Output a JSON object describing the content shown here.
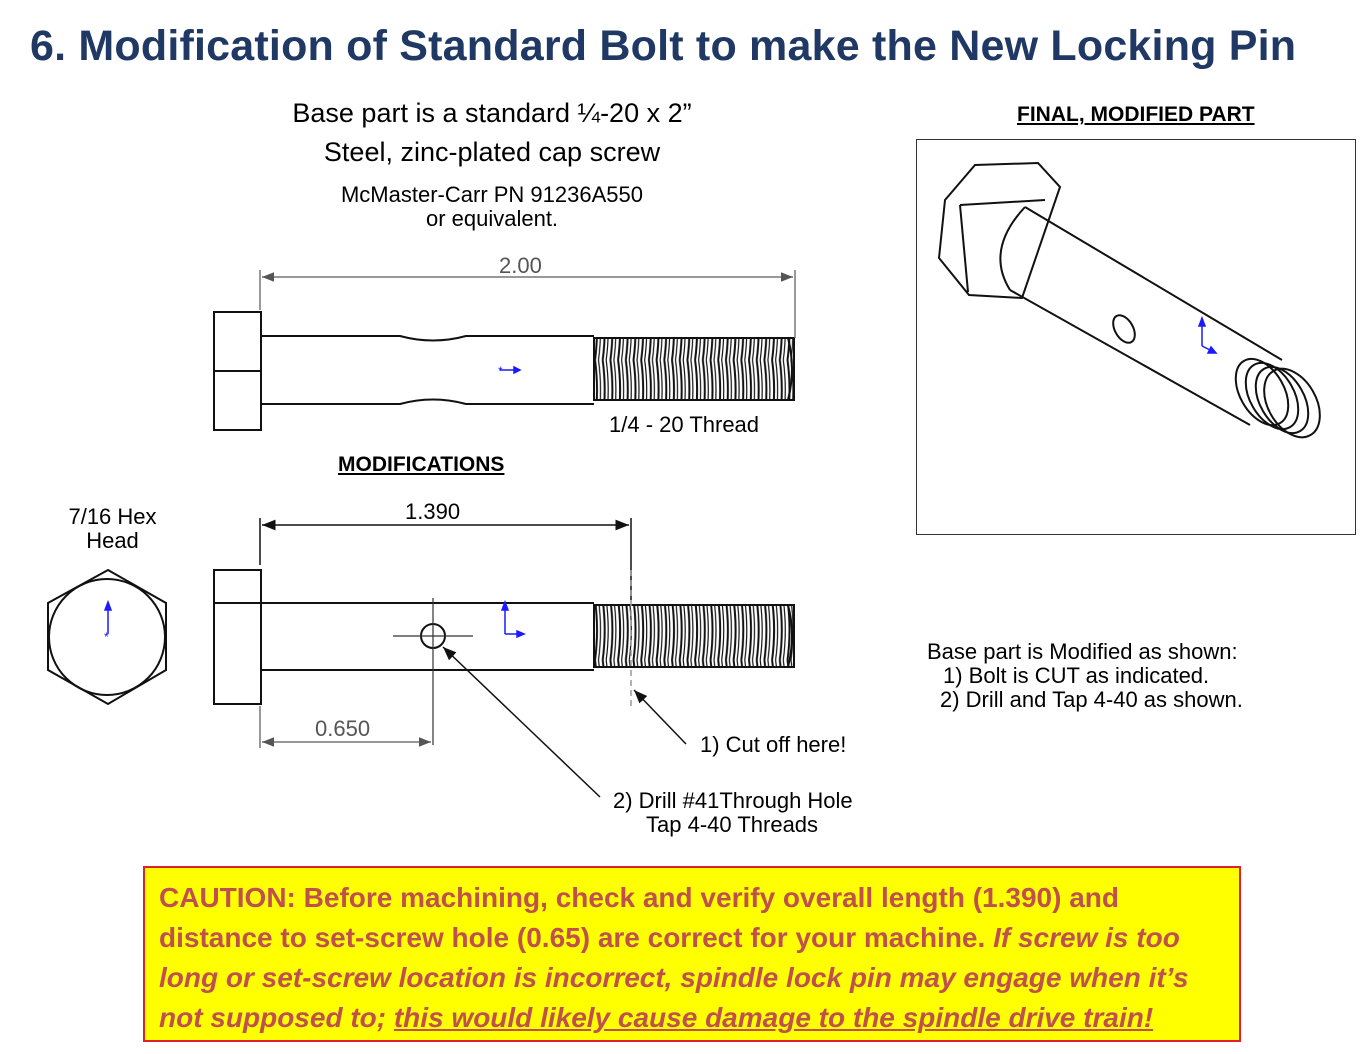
{
  "title": "6. Modification of Standard Bolt to make the New Locking Pin",
  "intro": {
    "line1": "Base part is a standard ¼-20 x 2”",
    "line2": "Steel, zinc-plated cap screw",
    "line3": "McMaster-Carr PN 91236A550",
    "line4": "or equivalent."
  },
  "base_bolt": {
    "length_dim": "2.00",
    "thread_label": "1/4 - 20 Thread"
  },
  "modifications": {
    "heading": "MODIFICATIONS",
    "hex_label_line1": "7/16 Hex",
    "hex_label_line2": "Head",
    "cut_length_dim": "1.390",
    "hole_dim": "0.650",
    "callout_cut": "1)  Cut off here!",
    "callout_drill_line1": "2)  Drill #41Through Hole",
    "callout_drill_line2": "Tap 4-40 Threads"
  },
  "final_part": {
    "heading": "FINAL, MODIFIED PART"
  },
  "notes": {
    "line1": "Base part is Modified as shown:",
    "line2": "1) Bolt is CUT as indicated.",
    "line3": "2) Drill and Tap 4-40 as shown."
  },
  "caution": {
    "part1": "CAUTION: Before machining, check and verify overall length (1.390) and distance to set-screw hole (0.65) are correct for your machine.  ",
    "part2": "If screw is too long or set-screw location is incorrect, spindle lock pin may engage when it’s not supposed to; ",
    "part3": "this would  likely cause damage to the spindle drive train!"
  },
  "colors": {
    "title": "#1f3864",
    "caution_bg": "#ffff00",
    "caution_border": "#e0202a",
    "caution_text": "#c0504d",
    "sketch_marker": "#1a1aff"
  }
}
